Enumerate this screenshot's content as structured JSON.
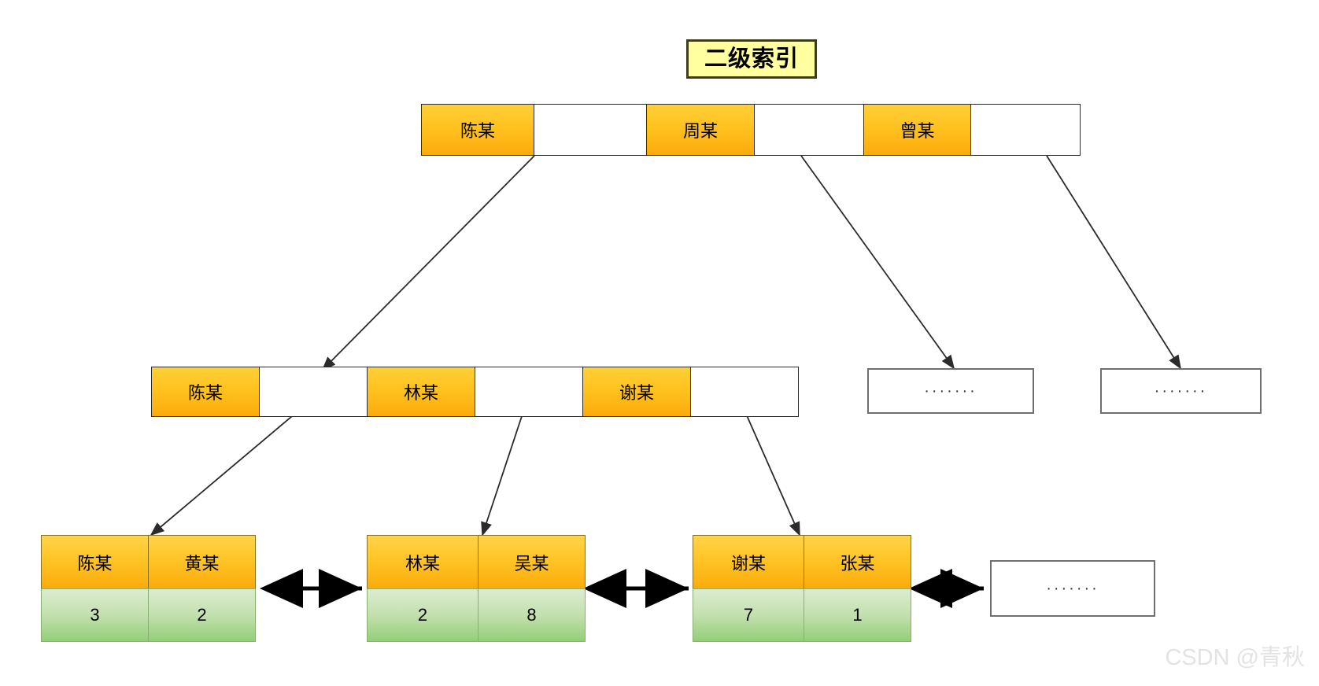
{
  "title": {
    "text": "二级索引"
  },
  "root_node": {
    "label": "root-node",
    "cells": [
      {
        "type": "key",
        "text": "陈某"
      },
      {
        "type": "pointer",
        "text": ""
      },
      {
        "type": "key",
        "text": "周某"
      },
      {
        "type": "pointer",
        "text": ""
      },
      {
        "type": "key",
        "text": "曾某"
      },
      {
        "type": "pointer",
        "text": ""
      }
    ]
  },
  "internal_node": {
    "label": "internal-node",
    "cells": [
      {
        "type": "key",
        "text": "陈某"
      },
      {
        "type": "pointer",
        "text": ""
      },
      {
        "type": "key",
        "text": "林某"
      },
      {
        "type": "pointer",
        "text": ""
      },
      {
        "type": "key",
        "text": "谢某"
      },
      {
        "type": "pointer",
        "text": ""
      }
    ]
  },
  "internal_placeholders": [
    {
      "text": "·······"
    },
    {
      "text": "·······"
    }
  ],
  "leaf_nodes": [
    {
      "keys": [
        "陈某",
        "黄某"
      ],
      "values": [
        "3",
        "2"
      ]
    },
    {
      "keys": [
        "林某",
        "吴某"
      ],
      "values": [
        "2",
        "8"
      ]
    },
    {
      "keys": [
        "谢某",
        "张某"
      ],
      "values": [
        "7",
        "1"
      ]
    }
  ],
  "leaf_placeholder": {
    "text": "·······"
  },
  "watermark": {
    "text": "CSDN @青秋"
  },
  "colors": {
    "key_fill": "#ffc21f",
    "value_fill": "#a9d88f",
    "title_fill": "#ffffa0",
    "title_border": "#3d3d14",
    "line": "#2b2b2b",
    "link_arrow": "#000000",
    "watermark": "#e3e3e3"
  }
}
